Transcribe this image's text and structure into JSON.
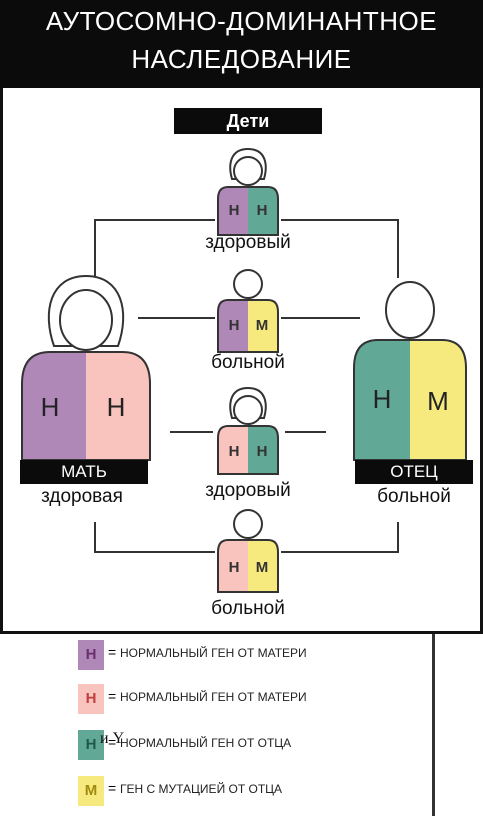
{
  "title": {
    "line1": "АУТОСОМНО-ДОМИНАНТНОЕ",
    "line2": "НАСЛЕДОВАНИЕ"
  },
  "children_label": "Дети",
  "genes": {
    "normal": "Н",
    "mutant": "М"
  },
  "colors": {
    "mother_gene_violet": "#b088b8",
    "mother_gene_pink": "#f8c4bd",
    "father_gene_green": "#62a897",
    "father_gene_yellow": "#f6ea7e",
    "outline": "#333333",
    "header_bg": "#0b0b0b"
  },
  "mother": {
    "label": "МАТЬ",
    "status": "здоровая",
    "genes": [
      "Н",
      "Н"
    ]
  },
  "father": {
    "label": "ОТЕЦ",
    "status": "больной",
    "genes": [
      "Н",
      "М"
    ]
  },
  "children": [
    {
      "status": "здоровый",
      "genes": [
        "Н",
        "Н"
      ]
    },
    {
      "status": "больной",
      "genes": [
        "Н",
        "М"
      ]
    },
    {
      "status": "здоровый",
      "genes": [
        "Н",
        "Н"
      ]
    },
    {
      "status": "больной",
      "genes": [
        "Н",
        "М"
      ]
    }
  ],
  "legend": [
    {
      "gene": "Н",
      "text": "НОРМАЛЬНЫЙ ГЕН ОТ МАТЕРИ",
      "color": "#b088b8"
    },
    {
      "gene": "Н",
      "text": "НОРМАЛЬНЫЙ ГЕН ОТ МАТЕРИ",
      "color": "#f8c4bd"
    },
    {
      "gene": "Н",
      "text": "НОРМАЛЬНЫЙ ГЕН ОТ ОТЦА",
      "color": "#62a897"
    },
    {
      "gene": "М",
      "text": "ГЕН С МУТАЦИЕЙ ОТ ОТЦА",
      "color": "#f6ea7e"
    }
  ],
  "legend_equals": "=",
  "edge_fragment": "и Y"
}
